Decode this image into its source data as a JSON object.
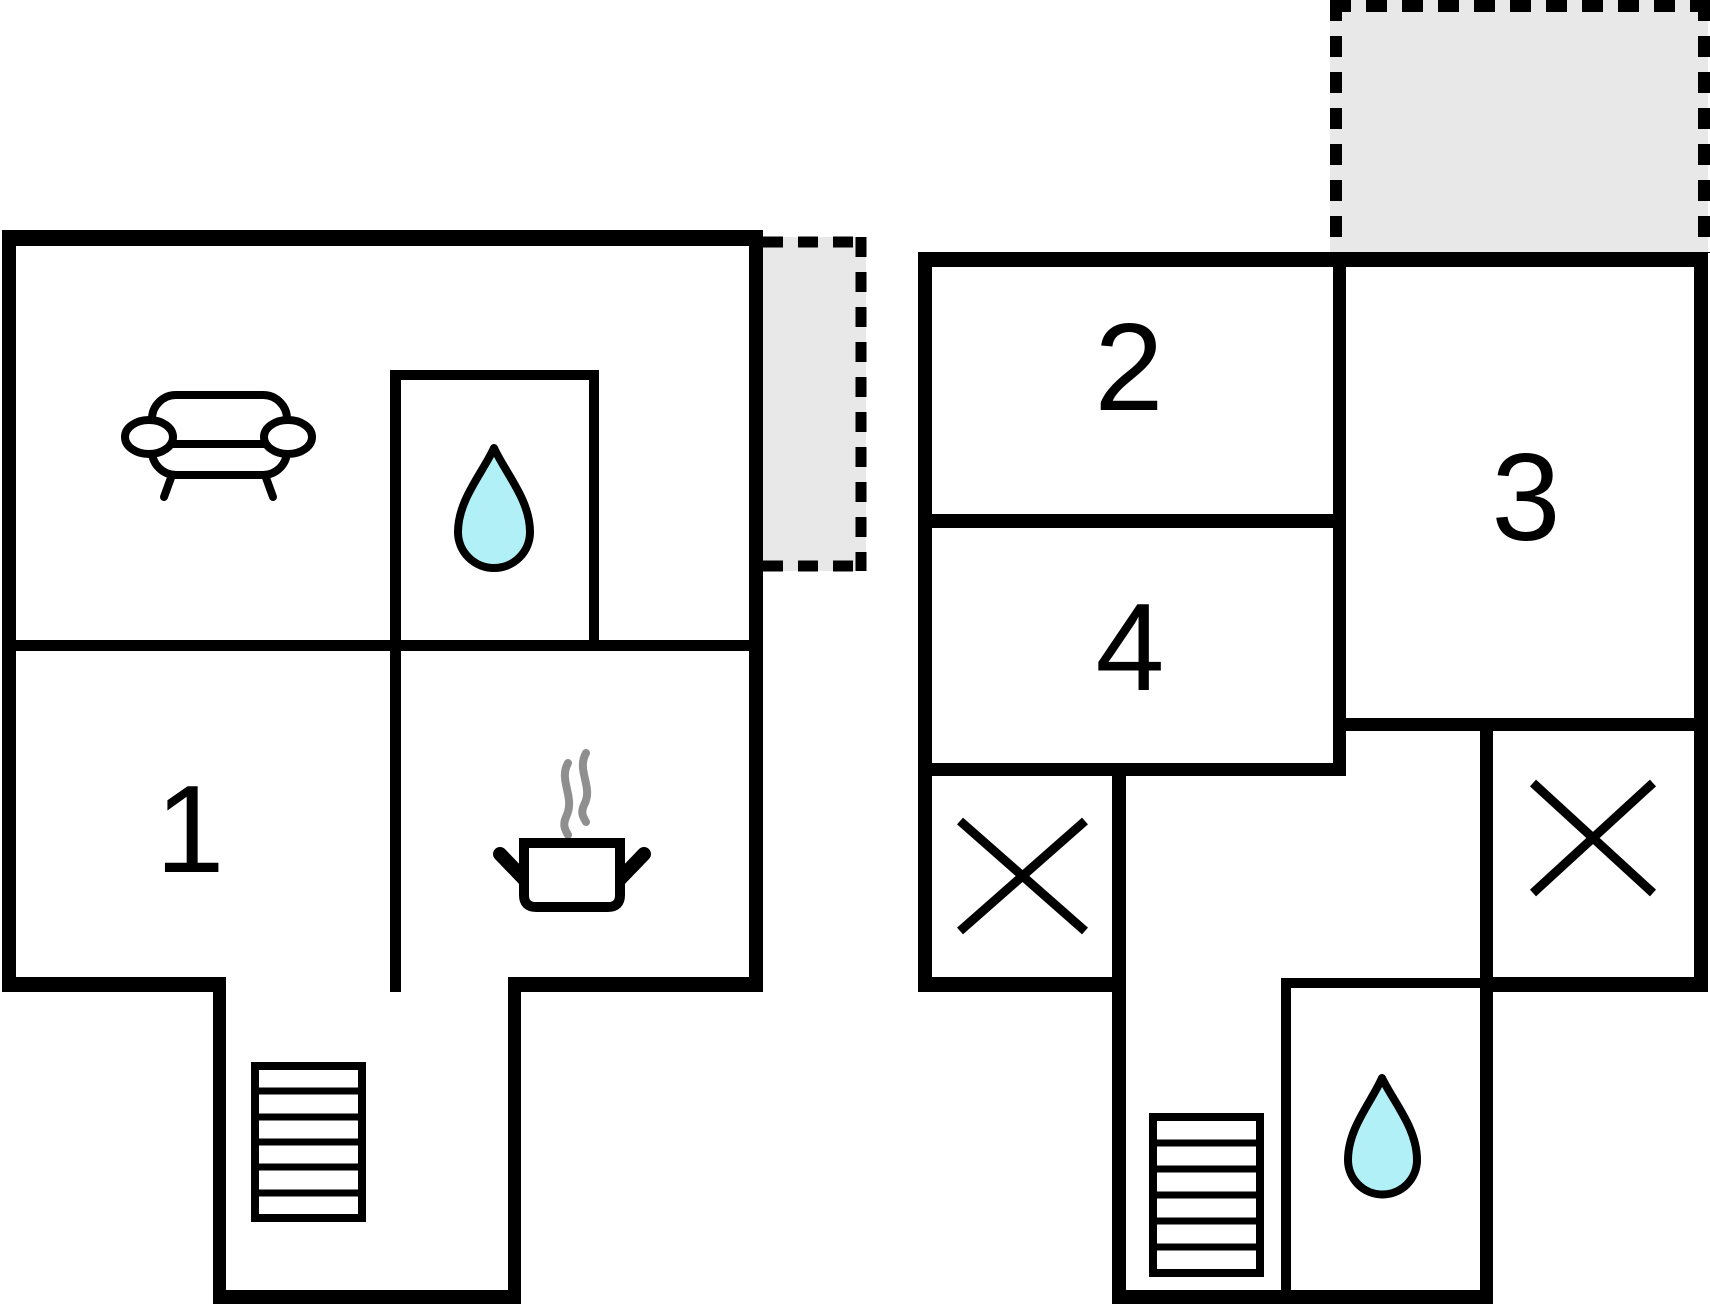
{
  "plan": {
    "room_labels": [
      {
        "number": "1"
      },
      {
        "number": "2"
      },
      {
        "number": "3"
      },
      {
        "number": "4"
      }
    ],
    "icons": {
      "sofa": "sofa-icon",
      "water_drop": "water-drop-icon",
      "cooking_pot": "cooking-pot-icon",
      "steam": "steam-icon",
      "stairs": "stairs-icon",
      "x_marker": "x-marker-icon",
      "terrace": "terrace-dashed-area"
    },
    "colors": {
      "wall": "#000000",
      "label": "#000000",
      "water_drop_fill": "#b0f0f6",
      "terrace_fill": "#e8e8e8",
      "steam": "#8f8f8f",
      "furniture_fill": "#ffffff",
      "background": "#ffffff"
    }
  }
}
